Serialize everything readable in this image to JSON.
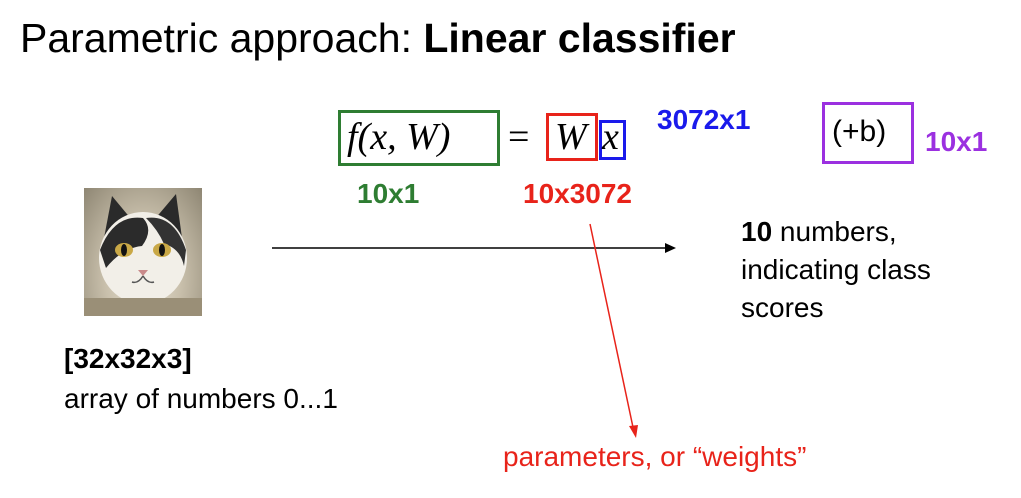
{
  "title": {
    "prefix": "Parametric approach: ",
    "bold": "Linear classifier"
  },
  "equation": {
    "lhs": "f(x, W)",
    "equals": "=",
    "W": "W",
    "x": "x",
    "bias": "(+b)"
  },
  "dims": {
    "output": "10x1",
    "weights": "10x3072",
    "input": "3072x1",
    "bias": "10x1"
  },
  "input_caption": {
    "shape": "[32x32x3]",
    "desc": "array of numbers 0...1"
  },
  "output_caption": {
    "count": "10",
    "line1_rest": " numbers,",
    "line2": "indicating class",
    "line3": "scores"
  },
  "weights_caption": "parameters, or “weights”",
  "colors": {
    "green": "#2e7d32",
    "red": "#e8231a",
    "blue": "#1a1aeb",
    "purple": "#9b30e0"
  }
}
